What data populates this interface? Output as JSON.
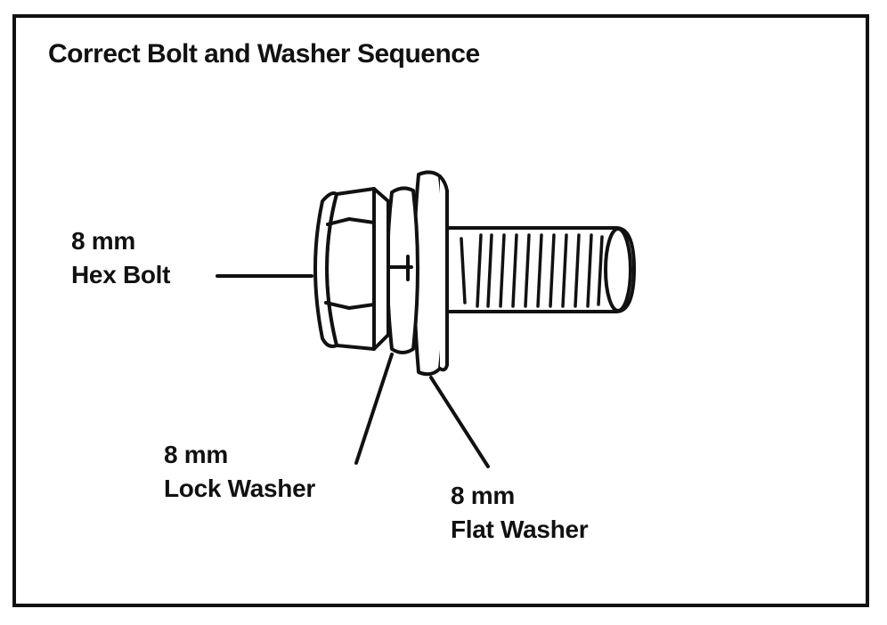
{
  "title": "Correct Bolt and Washer Sequence",
  "labels": {
    "hex_bolt": {
      "line1": "8 mm",
      "line2": "Hex Bolt"
    },
    "lock_washer": {
      "line1": "8 mm",
      "line2": "Lock Washer"
    },
    "flat_washer": {
      "line1": "8 mm",
      "line2": "Flat Washer"
    }
  },
  "icons": [
    "hex-bolt-head-icon",
    "lock-washer-icon",
    "flat-washer-icon",
    "bolt-shank-icon"
  ]
}
